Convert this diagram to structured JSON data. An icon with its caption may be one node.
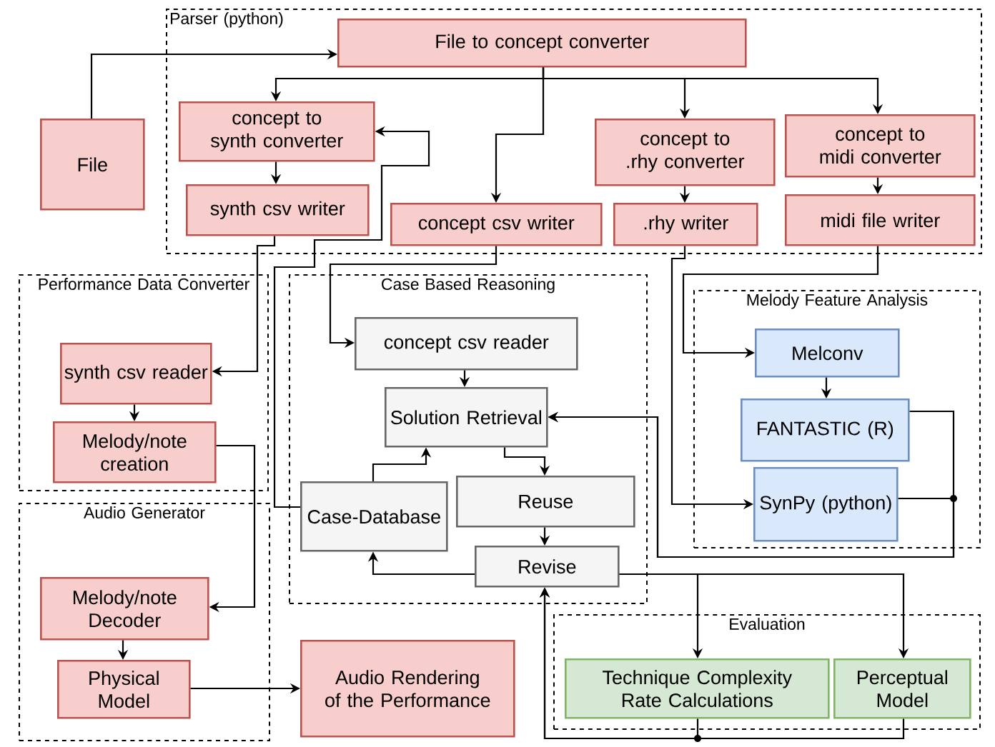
{
  "diagram": {
    "nodes": [
      {
        "text": [
          "Parser (python)"
        ]
      },
      {
        "text": [
          "File to concept converter"
        ],
        "in": 0
      },
      {
        "text": [
          "concept to synth converter"
        ],
        "in": 0
      },
      {
        "text": [
          "synth csv writer"
        ],
        "in": 0
      },
      {
        "text": [
          "concept csv writer"
        ],
        "in": 0
      },
      {
        "text": [
          "concept to .rhy converter"
        ],
        "in": 0
      },
      {
        "text": [
          ".rhy writer"
        ],
        "in": 0
      },
      {
        "text": [
          "concept to midi converter"
        ],
        "in": 0
      },
      {
        "text": [
          "midi file writer"
        ],
        "in": 0
      },
      {
        "text": [
          "File"
        ]
      },
      {
        "text": [
          "Performance Data Converter"
        ]
      },
      {
        "text": [
          "synth csv reader"
        ],
        "in": 10
      },
      {
        "text": [
          "Melody/note creation"
        ],
        "in": 10
      },
      {
        "text": [
          "Audio Generator"
        ]
      },
      {
        "text": [
          "Melody/note Decoder"
        ],
        "in": 13
      },
      {
        "text": [
          "Physical Model"
        ],
        "in": 13
      },
      {
        "text": [
          "Audio Rendering of the Performance"
        ]
      },
      {
        "text": [
          "Case Based Reasoning"
        ]
      },
      {
        "text": [
          "concept csv reader"
        ],
        "in": 17
      },
      {
        "text": [
          "Solution Retrieval"
        ],
        "in": 17
      },
      {
        "text": [
          "Case-Database"
        ],
        "in": 17
      },
      {
        "text": [
          "Reuse"
        ],
        "in": 17
      },
      {
        "text": [
          "Revise"
        ],
        "in": 17
      },
      {
        "text": [
          "Melody Feature Analysis"
        ]
      },
      {
        "text": [
          "Melconv"
        ],
        "in": 23
      },
      {
        "text": [
          "FANTASTIC (R)"
        ],
        "in": 23
      },
      {
        "text": [
          "SynPy (python)"
        ],
        "in": 23
      },
      {
        "text": [
          "Evaluation"
        ]
      },
      {
        "text": [
          "Technique Complexity Rate Calculations"
        ],
        "in": 27
      },
      {
        "text": [
          "Perceptual Model"
        ],
        "in": 27
      }
    ],
    "edges": [
      {
        "from": 9,
        "to": 1,
        "arrow": "to"
      },
      {
        "from": 1,
        "to": 2,
        "arrow": "to"
      },
      {
        "from": 1,
        "to": 4,
        "arrow": "to"
      },
      {
        "from": 1,
        "to": 5,
        "arrow": "to"
      },
      {
        "from": 1,
        "to": 7,
        "arrow": "to"
      },
      {
        "from": 2,
        "to": 3,
        "arrow": "to"
      },
      {
        "from": 5,
        "to": 6,
        "arrow": "to"
      },
      {
        "from": 7,
        "to": 8,
        "arrow": "to"
      },
      {
        "from": 3,
        "to": 11,
        "arrow": "to"
      },
      {
        "from": 4,
        "to": 18,
        "arrow": "to"
      },
      {
        "from": 6,
        "to": 26,
        "arrow": "to"
      },
      {
        "from": 8,
        "to": 24,
        "arrow": "to"
      },
      {
        "from": 24,
        "to": 25,
        "arrow": "to"
      },
      {
        "from": 25,
        "to": 19,
        "arrow": "to"
      },
      {
        "from": 26,
        "to": 19,
        "arrow": "to"
      },
      {
        "from": 18,
        "to": 19,
        "arrow": "to"
      },
      {
        "from": 19,
        "to": 21,
        "arrow": "to"
      },
      {
        "from": 21,
        "to": 22,
        "arrow": "to"
      },
      {
        "from": 22,
        "to": 20,
        "arrow": "to"
      },
      {
        "from": 20,
        "to": 19,
        "arrow": "to"
      },
      {
        "from": 22,
        "to": 28,
        "arrow": "to"
      },
      {
        "from": 22,
        "to": 29,
        "arrow": "to"
      },
      {
        "from": 28,
        "to": 22,
        "arrow": "to"
      },
      {
        "from": 29,
        "to": 22,
        "arrow": "to"
      },
      {
        "from": 11,
        "to": 12,
        "arrow": "to"
      },
      {
        "from": 12,
        "to": 14,
        "arrow": "to"
      },
      {
        "from": 14,
        "to": 15,
        "arrow": "to"
      },
      {
        "from": 15,
        "to": 16,
        "arrow": "to"
      },
      {
        "from": 20,
        "to": 2,
        "arrow": "to"
      }
    ]
  }
}
